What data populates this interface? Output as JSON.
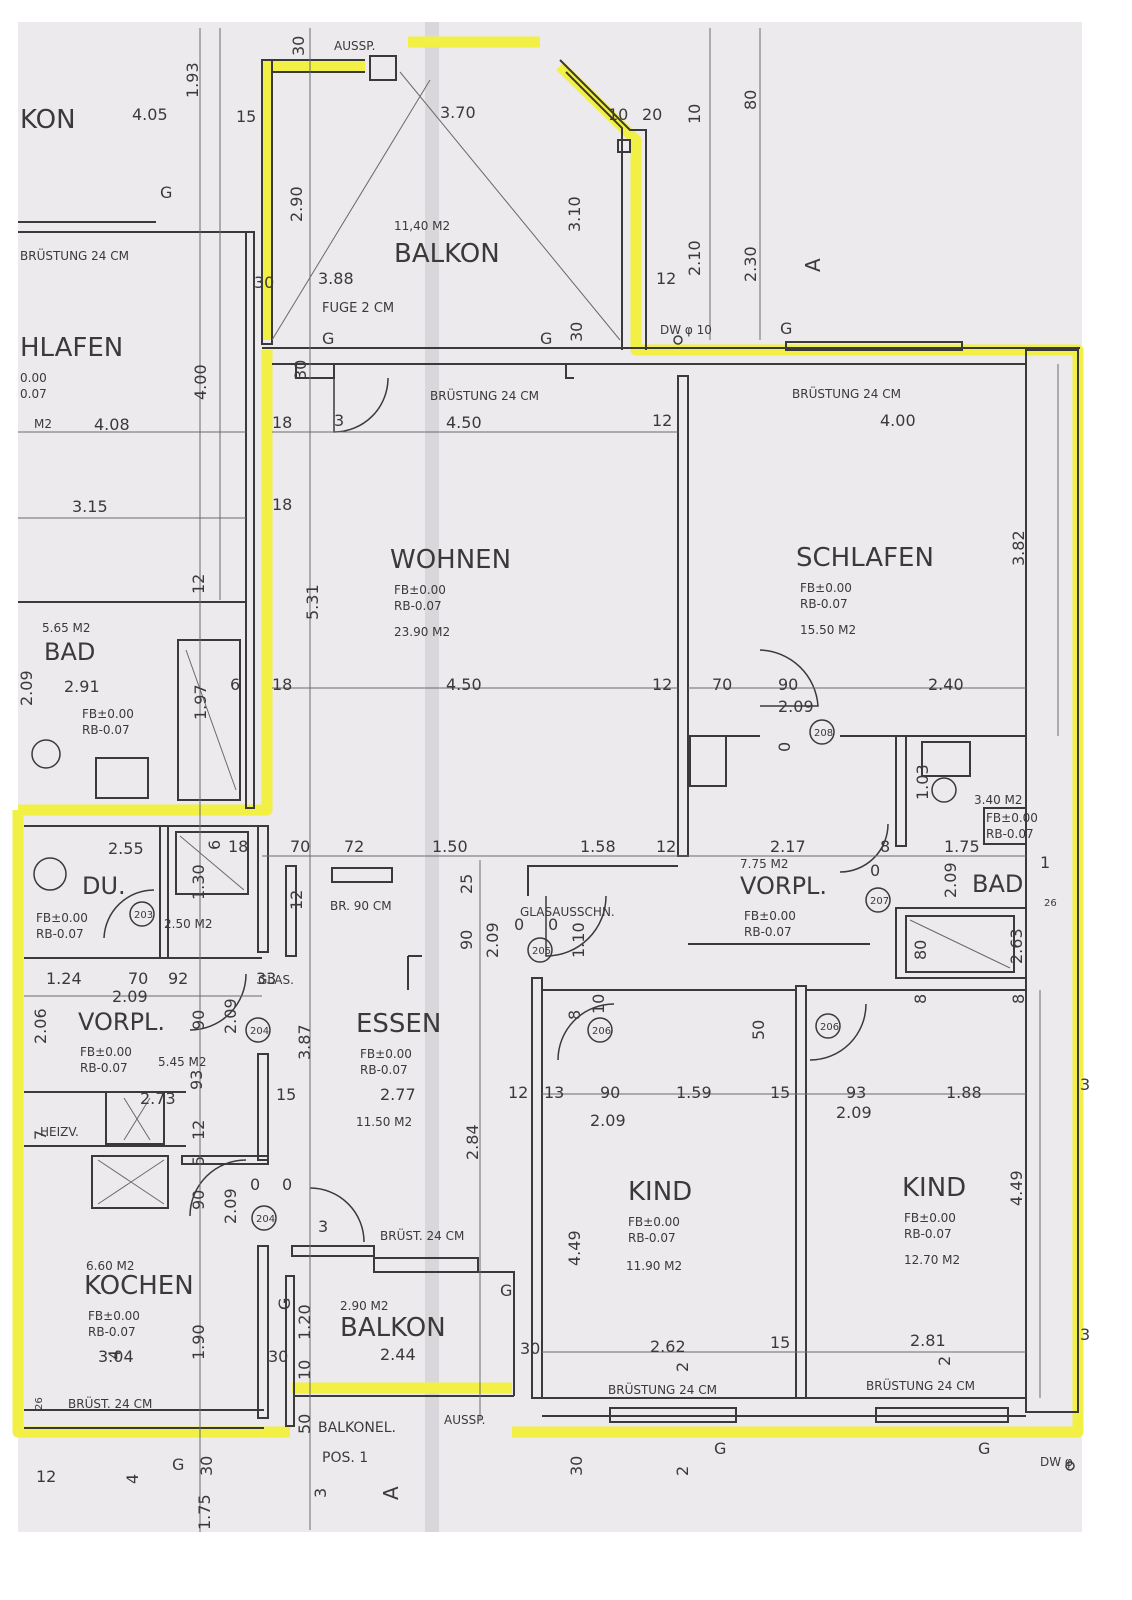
{
  "colors": {
    "paper": "#eceaed",
    "paper_shadow": "#d9d7db",
    "ink": "#3a3a3a",
    "highlight": "#f2ef45"
  },
  "rooms": {
    "balkon_top": {
      "name": "BALKON",
      "area": "11,40 M2"
    },
    "wohnen": {
      "name": "WOHNEN",
      "fb": "FB±0.00",
      "rb": "RB-0.07",
      "area": "23.90 M2"
    },
    "schlafen": {
      "name": "SCHLAFEN",
      "fb": "FB±0.00",
      "rb": "RB-0.07",
      "area": "15.50 M2"
    },
    "bad_left": {
      "name": "BAD",
      "fb": "FB±0.00",
      "rb": "RB-0.07",
      "area": "5.65 M2"
    },
    "du": {
      "name": "DU.",
      "fb": "FB±0.00",
      "rb": "RB-0.07",
      "area": "2.50 M2"
    },
    "vorpl_left": {
      "name": "VORPL.",
      "fb": "FB±0.00",
      "rb": "RB-0.07",
      "area": "5.45 M2"
    },
    "essen": {
      "name": "ESSEN",
      "fb": "FB±0.00",
      "rb": "RB-0.07",
      "area": "11.50 M2"
    },
    "vorpl_center": {
      "name": "VORPL.",
      "fb": "FB±0.00",
      "rb": "RB-0.07",
      "area": "7.75 M2"
    },
    "bad_right": {
      "name": "BAD",
      "fb": "FB±0.00",
      "rb": "RB-0.07",
      "area": "3.40 M2"
    },
    "kind_left": {
      "name": "KIND",
      "fb": "FB±0.00",
      "rb": "RB-0.07",
      "area": "11.90 M2"
    },
    "kind_right": {
      "name": "KIND",
      "fb": "FB±0.00",
      "rb": "RB-0.07",
      "area": "12.70 M2"
    },
    "kochen": {
      "name": "KOCHEN",
      "fb": "FB±0.00",
      "rb": "RB-0.07",
      "area": "6.60 M2"
    },
    "balkon_bottom": {
      "name": "BALKON",
      "area": "2.90 M2"
    }
  },
  "partial_rooms_left": {
    "balkon": "KON",
    "schlafen": "HLAFEN",
    "values": [
      "0.00",
      "0.07"
    ],
    "area_unit": "M2"
  },
  "notes": {
    "aussp_top": "AUSSP.",
    "aussp_bottom": "AUSSP.",
    "fuge": "FUGE 2 CM",
    "brustung_balkon": "BRÜSTUNG 24 CM",
    "brustung_schlafen": "BRÜSTUNG 24 CM",
    "brustung_left": "BRÜSTUNG 24 CM",
    "brustung_kind_left": "BRÜSTUNG 24 CM",
    "brustung_kind_right": "BRÜSTUNG 24 CM",
    "brust_kochen": "BRÜST. 24 CM",
    "brust_balkon_bottom": "BRÜST. 24 CM",
    "dw_top": "DW φ 10",
    "dw_bottom": "DW φ",
    "glasausschn": "GLASAUSSCHN.",
    "glas": "GLAS.",
    "br90": "BR. 90 CM",
    "heizv": "HEIZV.",
    "balkonel": "BALKONEL.",
    "pos": "POS. 1",
    "section_a": "A",
    "g": "G"
  },
  "doors": [
    "203",
    "204",
    "204",
    "205",
    "206",
    "206",
    "207",
    "208"
  ],
  "dimensions": {
    "top": [
      "4.05",
      "1.93",
      "15",
      "30",
      "3.70",
      "10",
      "20",
      "10",
      "80",
      "2.90",
      "3.10",
      "2.10",
      "2.30",
      "3.88",
      "30",
      "12",
      "30",
      "G",
      "G",
      "30"
    ],
    "wohnen": [
      "4.50",
      "5.31",
      "18",
      "18",
      "3",
      "12",
      "4.50",
      "12"
    ],
    "schlafen": [
      "4.00",
      "3.82",
      "70",
      "90",
      "2.40",
      "2.09",
      "0"
    ],
    "left": [
      "4.08",
      "4.00",
      "3.15",
      "12",
      "2.91",
      "2.09",
      "1.97",
      "6",
      "18"
    ],
    "middle": [
      "2.55",
      "18",
      "70",
      "72",
      "1.50",
      "1.58",
      "12",
      "2.17",
      "1.75",
      "8",
      "1",
      "26",
      "1.30",
      "6",
      "12",
      "25",
      "90",
      "2.09",
      "1.10",
      "0",
      "0",
      "0",
      "2.09",
      "8",
      "8",
      "2.63",
      "80",
      "1.03"
    ],
    "lower": [
      "1.24",
      "70",
      "92",
      "33",
      "2.09",
      "90",
      "2.09",
      "3.87",
      "93",
      "2.73",
      "15",
      "2.77",
      "12",
      "13",
      "90",
      "1.59",
      "15",
      "93",
      "1.88",
      "2.09",
      "2.09",
      "2.84",
      "4.49",
      "4.49",
      "50",
      "8",
      "10",
      "2.06",
      "7",
      "5",
      "12"
    ],
    "bottom": [
      "2.09",
      "0",
      "0",
      "90",
      "3",
      "3.04",
      "1.90",
      "1.20",
      "30",
      "10",
      "2.44",
      "30",
      "2.62",
      "15",
      "2.81",
      "50",
      "26",
      "30",
      "30",
      "G",
      "G",
      "G",
      "2",
      "2",
      "2",
      "1.75",
      "12",
      "4",
      "4",
      "3",
      "3",
      "3"
    ]
  }
}
